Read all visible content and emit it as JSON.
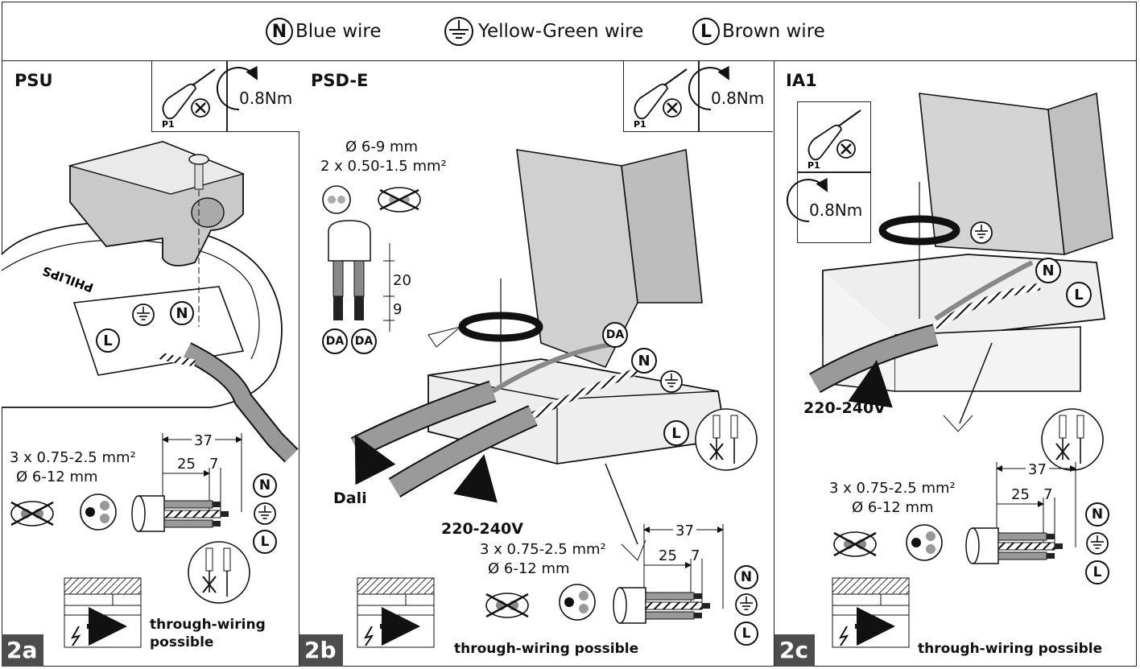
{
  "legend": {
    "n_symbol": "N",
    "n_label": "Blue wire",
    "pe_label": "Yellow-Green wire",
    "l_symbol": "L",
    "l_label": "Brown wire"
  },
  "tools": {
    "screwdriver": "P1",
    "torque": "0.8Nm"
  },
  "panels": [
    {
      "title": "PSU",
      "tag": "2a",
      "brand": "PHILIPS",
      "cable_spec": "3 x 0.75-2.5 mm²",
      "diameter": "Ø 6-12 mm",
      "dim_total": "37",
      "dim_a": "25",
      "dim_b": "7",
      "through": "through-wiring possible",
      "through_l1": "through-wiring",
      "through_l2": "possible"
    },
    {
      "title": "PSD-E",
      "tag": "2b",
      "dali_diameter": "Ø 6-9 mm",
      "dali_spec": "2 x 0.50-1.5 mm²",
      "strip_20": "20",
      "strip_9": "9",
      "da": "DA",
      "dali_label": "Dali",
      "voltage": "220-240V",
      "cable_spec": "3 x 0.75-2.5 mm²",
      "diameter": "Ø 6-12 mm",
      "dim_total": "37",
      "dim_a": "25",
      "dim_b": "7",
      "through": "through-wiring possible"
    },
    {
      "title": "IA1",
      "tag": "2c",
      "voltage": "220-240V",
      "cable_spec": "3 x 0.75-2.5 mm²",
      "diameter": "Ø 6-12 mm",
      "dim_total": "37",
      "dim_a": "25",
      "dim_b": "7",
      "through": "through-wiring possible"
    }
  ]
}
